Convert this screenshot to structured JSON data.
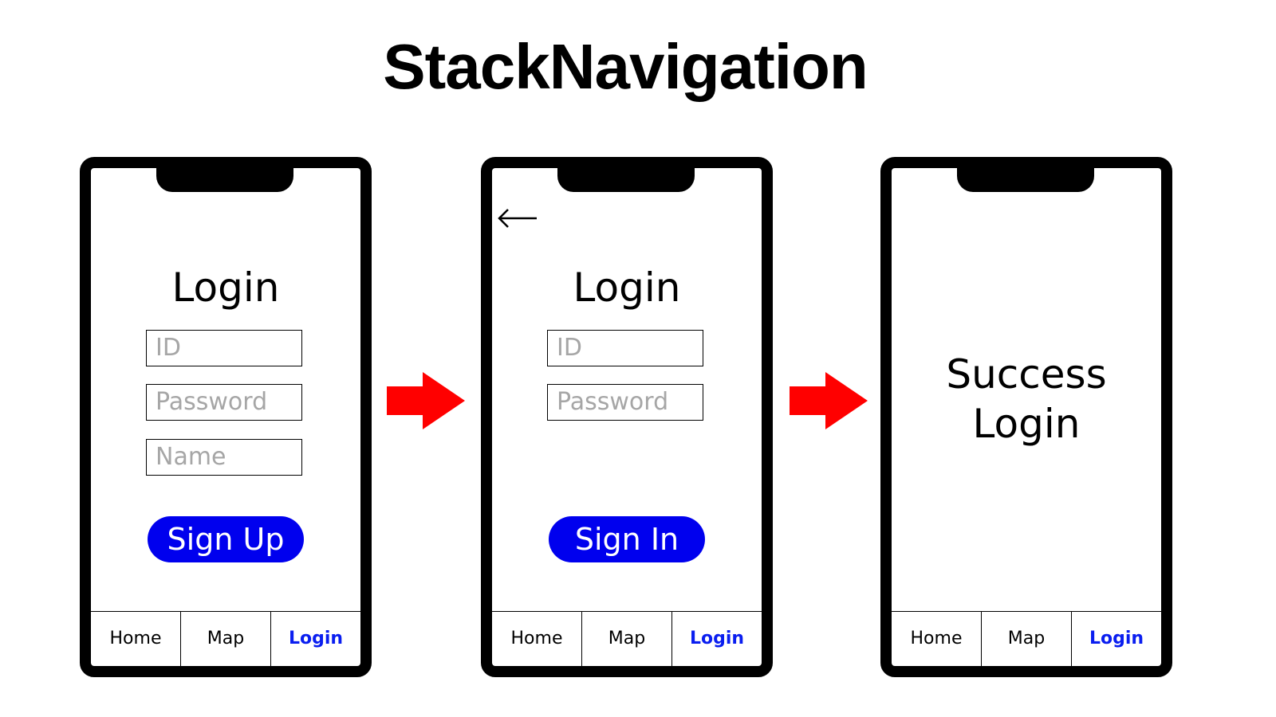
{
  "title": "StackNavigation",
  "colors": {
    "accent_button": "#0000ee",
    "active_tab": "#0a1ef0",
    "arrow": "#ff0000",
    "placeholder": "#a6a6a6"
  },
  "screens": [
    {
      "heading": "Login",
      "fields": [
        {
          "placeholder": "ID"
        },
        {
          "placeholder": "Password"
        },
        {
          "placeholder": "Name"
        }
      ],
      "button": "Sign Up",
      "tabs": [
        "Home",
        "Map",
        "Login"
      ],
      "active_tab": "Login"
    },
    {
      "back_icon": "arrow-left-icon",
      "heading": "Login",
      "fields": [
        {
          "placeholder": "ID"
        },
        {
          "placeholder": "Password"
        }
      ],
      "button": "Sign In",
      "tabs": [
        "Home",
        "Map",
        "Login"
      ],
      "active_tab": "Login"
    },
    {
      "message_line1": "Success",
      "message_line2": "Login",
      "tabs": [
        "Home",
        "Map",
        "Login"
      ],
      "active_tab": "Login"
    }
  ],
  "transitions": [
    "arrow-right-icon",
    "arrow-right-icon"
  ]
}
